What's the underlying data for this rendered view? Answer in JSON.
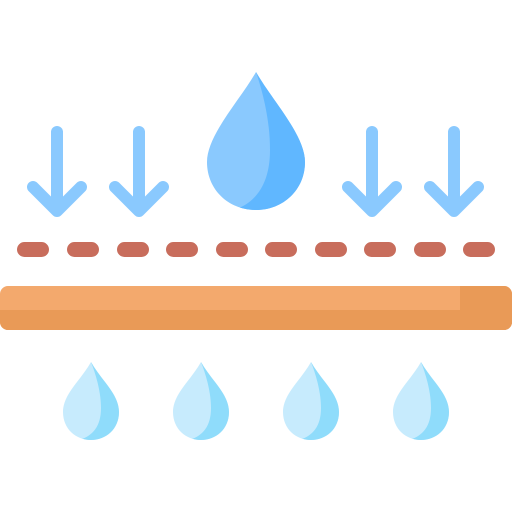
{
  "colors": {
    "arrow": "#8AC9FE",
    "big_drop_light": "#8AC9FE",
    "big_drop_dark": "#60B7FF",
    "dash": "#C86D5C",
    "membrane_light": "#F3A96D",
    "membrane_dark": "#E99A57",
    "small_drop_light": "#C7EBFD",
    "small_drop_dark": "#8FDCFB",
    "background": "#FFFFFF"
  },
  "icons": {
    "arrow": "arrow-down-icon",
    "big_drop": "water-drop-icon",
    "dash": "dashed-line-segment",
    "membrane": "membrane-bar",
    "small_drop": "small-water-drop-icon"
  },
  "counts": {
    "arrows": 4,
    "dashes": 10,
    "small_drops": 4
  }
}
